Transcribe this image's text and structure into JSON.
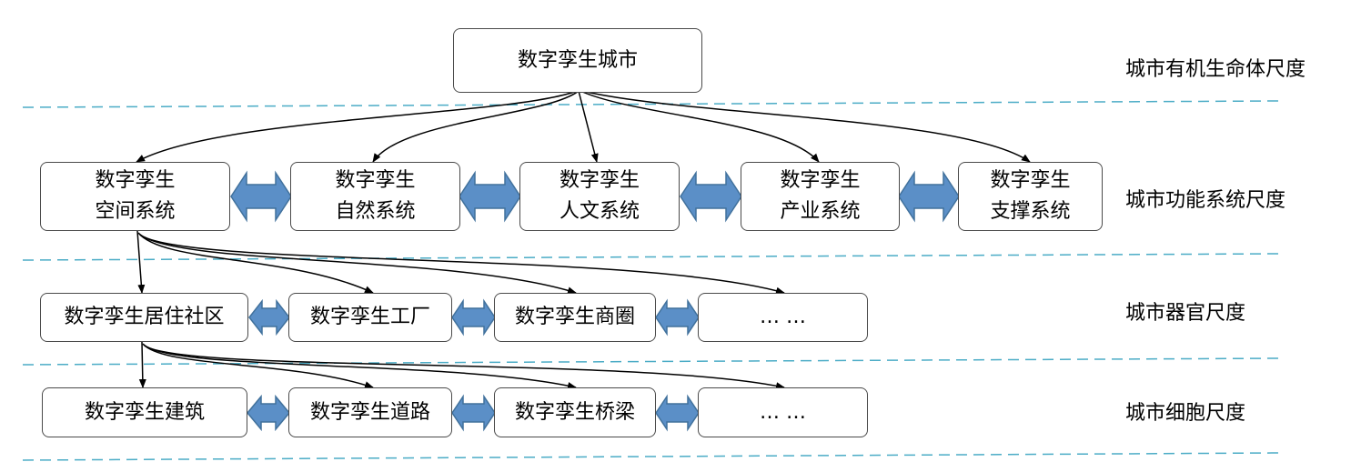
{
  "root": "数字孪生城市",
  "scales": [
    "城市有机生命体尺度",
    "城市功能系统尺度",
    "城市器官尺度",
    "城市细胞尺度"
  ],
  "systems": [
    {
      "line1": "数字孪生",
      "line2": "空间系统"
    },
    {
      "line1": "数字孪生",
      "line2": "自然系统"
    },
    {
      "line1": "数字孪生",
      "line2": "人文系统"
    },
    {
      "line1": "数字孪生",
      "line2": "产业系统"
    },
    {
      "line1": "数字孪生",
      "line2": "支撑系统"
    }
  ],
  "organs": [
    "数字孪生居住社区",
    "数字孪生工厂",
    "数字孪生商圈",
    "… …"
  ],
  "cells": [
    "数字孪生建筑",
    "数字孪生道路",
    "数字孪生桥梁",
    "… …"
  ],
  "colors": {
    "dashed_line": "#4bacc6",
    "double_arrow": "#5b8fc7",
    "double_arrow_stroke": "#41719c",
    "box_border": "#4a4a4a"
  }
}
